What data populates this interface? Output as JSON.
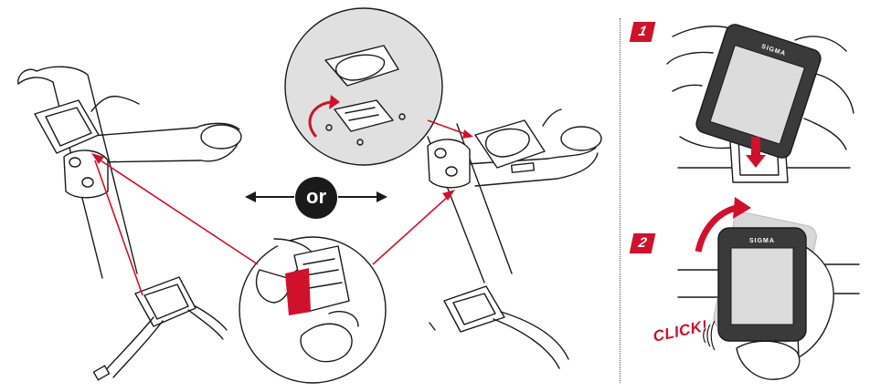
{
  "separator_label": "or",
  "steps": [
    {
      "number": "1"
    },
    {
      "number": "2"
    }
  ],
  "click_label": "CLICK!",
  "brand_text": "SIGMA",
  "colors": {
    "accent": "#d0112b",
    "line": "#1a1a1a",
    "screen": "#dcdcdc"
  },
  "icons": [
    "arrow-left-icon",
    "arrow-right-icon",
    "curved-arrow-icon",
    "down-arrow-icon",
    "sound-waves-icon"
  ]
}
